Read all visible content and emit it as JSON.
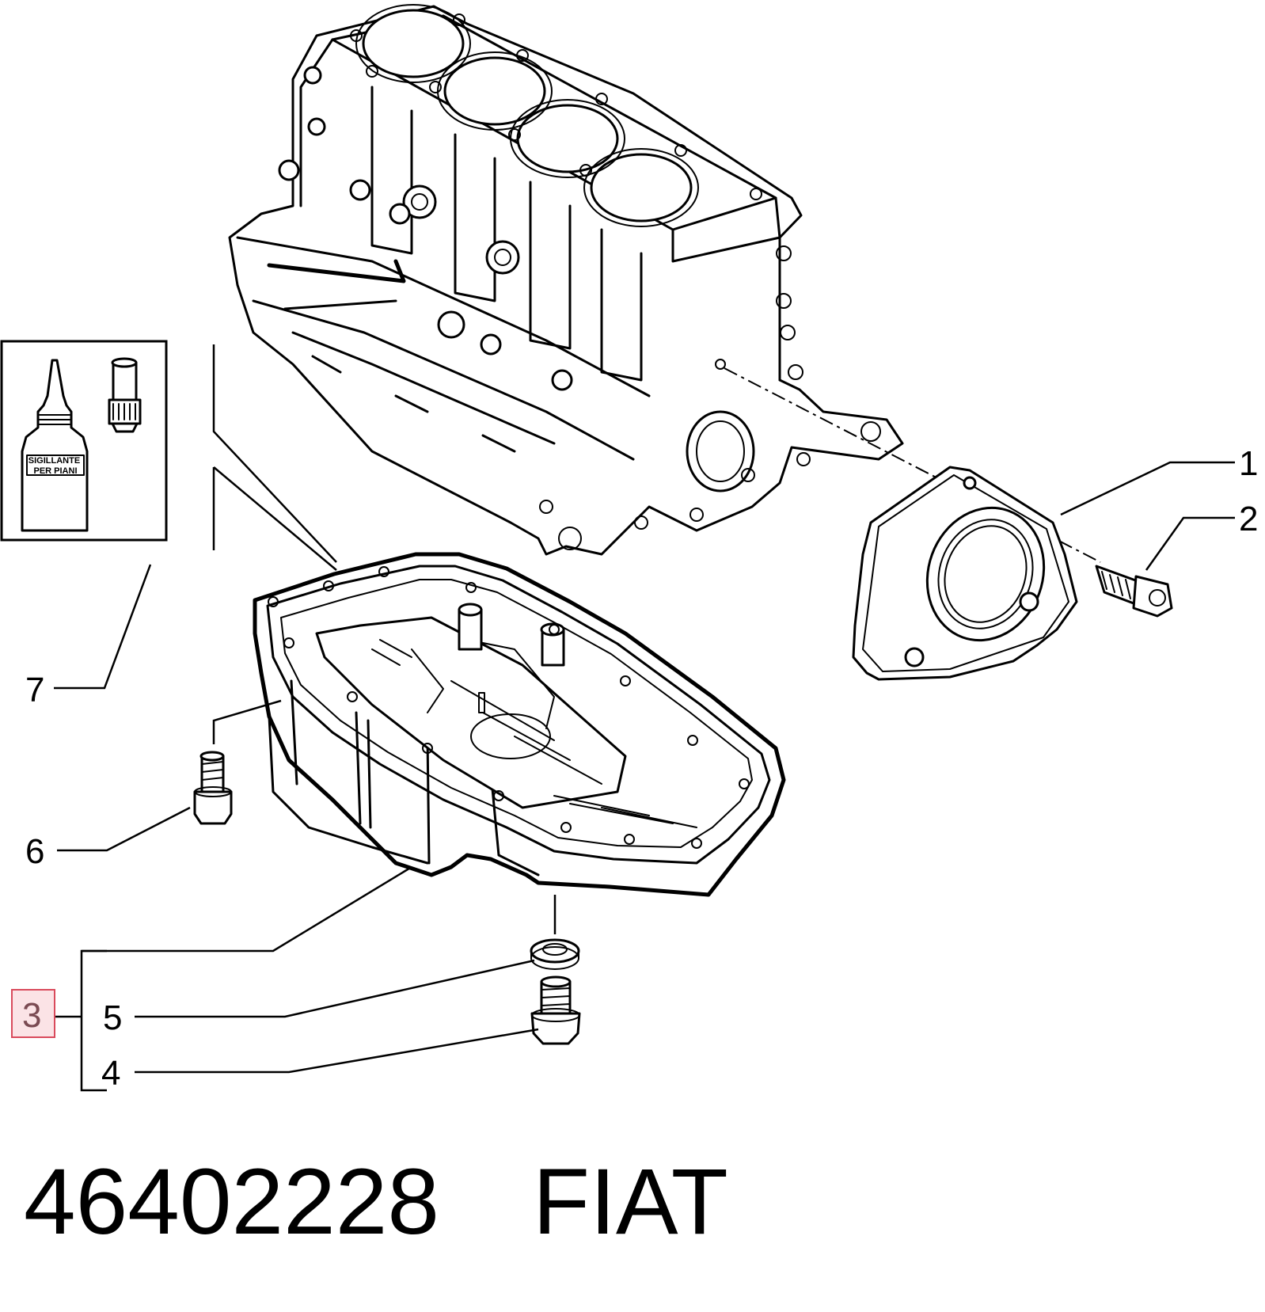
{
  "diagram": {
    "callouts": [
      {
        "id": "1",
        "label": "1"
      },
      {
        "id": "2",
        "label": "2"
      },
      {
        "id": "3",
        "label": "3",
        "highlighted": true
      },
      {
        "id": "4",
        "label": "4"
      },
      {
        "id": "5",
        "label": "5"
      },
      {
        "id": "6",
        "label": "6"
      },
      {
        "id": "7",
        "label": "7"
      }
    ],
    "sealant_label": "SIGILLANTE PER PIANI",
    "highlight_color": "#d94a5c"
  },
  "footer": {
    "part_number": "46402228",
    "brand": "FIAT"
  }
}
